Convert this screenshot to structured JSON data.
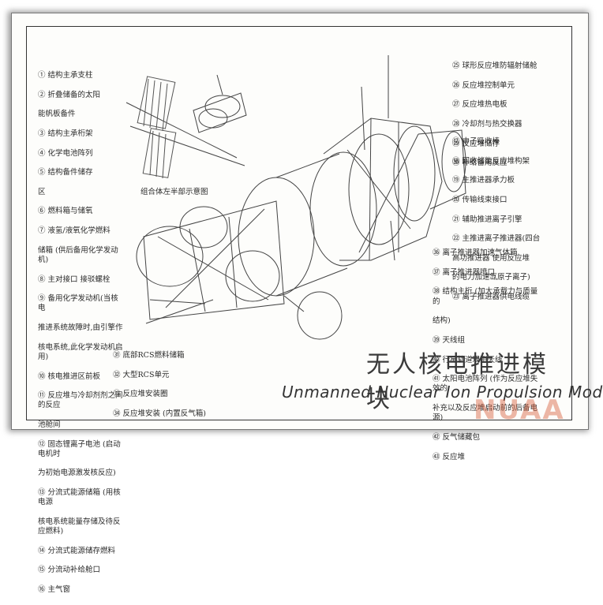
{
  "title_cn": "无人核电推进模块",
  "title_en": "Unmanned Nuclear Ion Propulsion Module",
  "assembly_caption": "组合体左半部示意图",
  "watermark": "NUAA",
  "left_list": [
    "① 结构主承支柱",
    "② 折叠储备的太阳",
    "能帆板备件",
    "③ 结构主承桁架",
    "④ 化学电池阵列",
    "⑤ 结构备件储存",
    "区",
    "⑥ 燃料箱与储氧",
    "⑦ 液氢/液氧化学燃料",
    "储箱 (供后备用化学发动机)",
    "⑧ 主对接口 接驳螺栓",
    "⑨ 备用化学发动机(当核电",
    "推进系统故障时,由引擎作",
    "核电系统,此化学发动机启用)",
    "⑩ 核电推进区前板",
    "⑪ 反应堆与冷却剂剂之间的反应",
    "池舱间",
    "⑫ 固态锂离子电池 (启动电机时",
    "为初始电源激发核反应)",
    "⑬ 分流式能源储箱 (用核电源",
    "核电系统能量存储及待反应燃料)",
    "⑭ 分流式能源储存燃料",
    "⑮ 分流动补给舱口",
    "⑯ 主气窗"
  ],
  "right_top_list": [
    "㉕ 球形反应堆防辐射储舱",
    "㉖ 反应堆控制单元",
    "㉗ 反应堆热电板",
    "㉘ 冷却剂与热交换器",
    "㉙ 反应堆储存",
    "㉚ 补给备用反应"
  ],
  "right_mid_list": [
    "⑰ 中子吸收棒",
    "⑱ 回收储能反应堆构架",
    "⑲ 主推进器承力板",
    "⑳ 传输线束接口",
    "㉑ 辅助推进离子引擎",
    "㉒ 主推进离子推进器(四台",
    "高功推进器 使用反应堆",
    "的电力加速氙原子离子)",
    "㉓ 离子推进器供电线缆"
  ],
  "right_low_list": [
    "㊱ 离子推进器加速气体箱",
    "㊲ 离子推进器喷口",
    "㊳ 结构主桁 (加大承载力与质量的",
    "结构)",
    "㊴ 天线组",
    "㊵ 行星轨道观测天线",
    "㊶ 太阳电池阵列 (作为反应堆失效的",
    "补充以及反应堆启动前的后备电源)",
    "㊷ 反气储藏包",
    "㊸ 反应堆"
  ],
  "bottom_list": [
    "㉛ 底部RCS燃料储箱",
    "㉜ 大型RCS单元",
    "㉝ 反应堆安装圈",
    "㉞ 反应堆安装 (内置反气箱)"
  ],
  "colors": {
    "ink": "#3a3a3a",
    "paper": "#fdfdfb",
    "watermark": "#d75f3c"
  }
}
